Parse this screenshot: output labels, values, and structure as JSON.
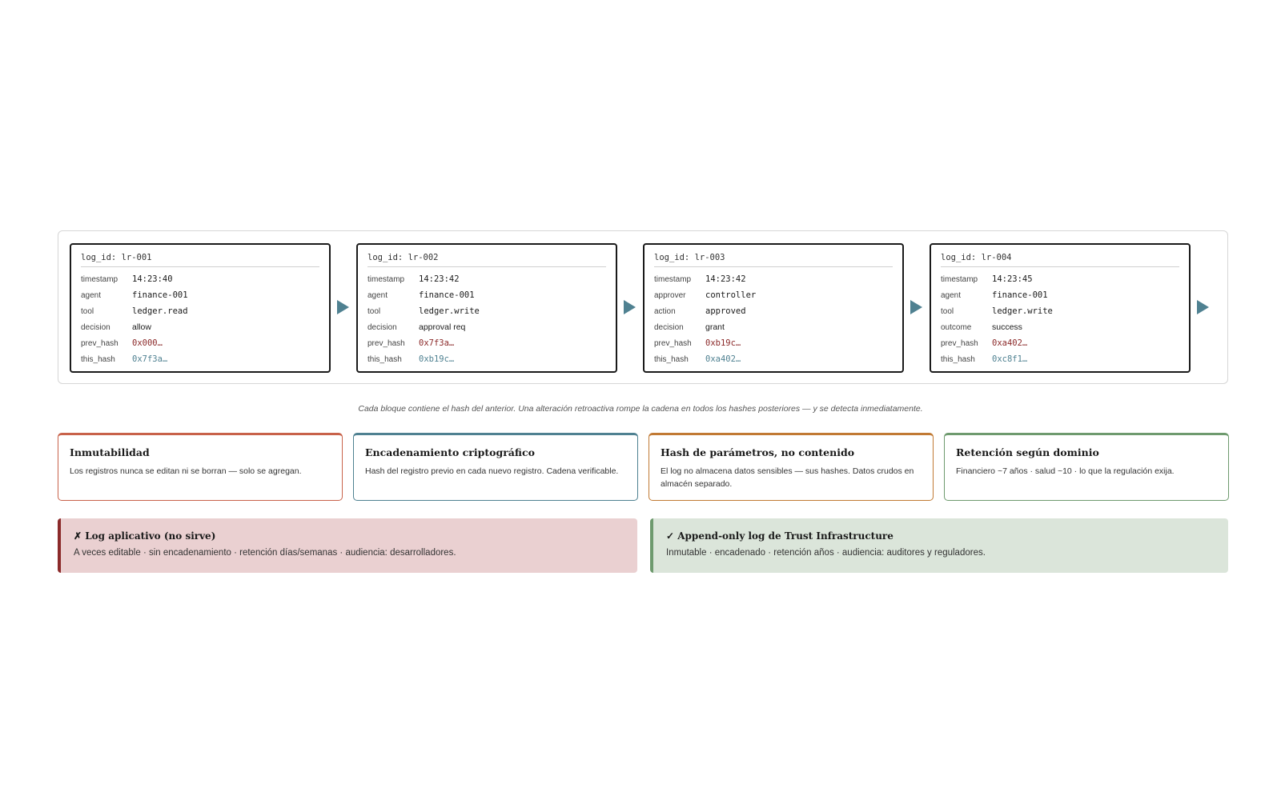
{
  "chain": {
    "caption": "Cada bloque contiene el hash del anterior. Una alteración retroactiva rompe la cadena en todos los hashes posteriores — y se detecta inmediatamente.",
    "blocks": [
      {
        "log_id": "log_id: lr-001",
        "rows": [
          {
            "key": "timestamp",
            "value": "14:23:40"
          },
          {
            "key": "agent",
            "value": "finance-001"
          },
          {
            "key": "tool",
            "value": "ledger.read"
          },
          {
            "key": "decision",
            "value": "allow"
          },
          {
            "key": "prev_hash",
            "value": "0x000…"
          },
          {
            "key": "this_hash",
            "value": "0x7f3a…"
          }
        ]
      },
      {
        "log_id": "log_id: lr-002",
        "rows": [
          {
            "key": "timestamp",
            "value": "14:23:42"
          },
          {
            "key": "agent",
            "value": "finance-001"
          },
          {
            "key": "tool",
            "value": "ledger.write"
          },
          {
            "key": "decision",
            "value": "approval req"
          },
          {
            "key": "prev_hash",
            "value": "0x7f3a…"
          },
          {
            "key": "this_hash",
            "value": "0xb19c…"
          }
        ]
      },
      {
        "log_id": "log_id: lr-003",
        "rows": [
          {
            "key": "timestamp",
            "value": "14:23:42"
          },
          {
            "key": "approver",
            "value": "controller"
          },
          {
            "key": "action",
            "value": "approved"
          },
          {
            "key": "decision",
            "value": "grant"
          },
          {
            "key": "prev_hash",
            "value": "0xb19c…"
          },
          {
            "key": "this_hash",
            "value": "0xa402…"
          }
        ]
      },
      {
        "log_id": "log_id: lr-004",
        "rows": [
          {
            "key": "timestamp",
            "value": "14:23:45"
          },
          {
            "key": "agent",
            "value": "finance-001"
          },
          {
            "key": "tool",
            "value": "ledger.write"
          },
          {
            "key": "outcome",
            "value": "success"
          },
          {
            "key": "prev_hash",
            "value": "0xa402…"
          },
          {
            "key": "this_hash",
            "value": "0xc8f1…"
          }
        ]
      }
    ]
  },
  "properties": [
    {
      "title": "Inmutabilidad",
      "text": "Los registros nunca se editan ni se borran — solo se agregan.",
      "color": "#c8624a"
    },
    {
      "title": "Encadenamiento criptográfico",
      "text": "Hash del registro previo en cada nuevo registro. Cadena verificable.",
      "color": "#4f8191"
    },
    {
      "title": "Hash de parámetros, no contenido",
      "text": "El log no almacena datos sensibles — sus hashes. Datos crudos en almacén separado.",
      "color": "#c17a34"
    },
    {
      "title": "Retención según dominio",
      "text": "Financiero ~7 años · salud ~10 · lo que la regulación exija.",
      "color": "#6e9a6e"
    }
  ],
  "comparison": {
    "bad": {
      "title": "✗ Log aplicativo (no sirve)",
      "text": "A veces editable · sin encadenamiento · retención días/semanas · audiencia: desarrolladores.",
      "accent": "#8b2a2a",
      "background": "#ead0d1"
    },
    "good": {
      "title": "✓ Append-only log de Trust Infrastructure",
      "text": "Inmutable · encadenado · retención años · audiencia: auditores y reguladores.",
      "accent": "#6e9a6e",
      "background": "#dbe5da"
    }
  }
}
